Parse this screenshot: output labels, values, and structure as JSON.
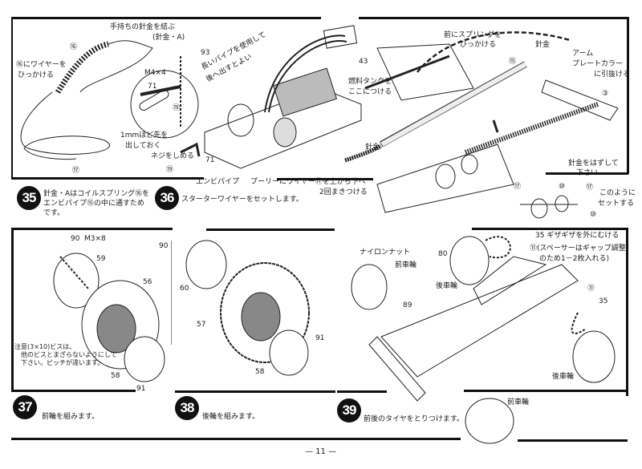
{
  "step35": {
    "number": "35",
    "text": [
      "針金・Aはコイルスプリング⑯を",
      "エンビパイプ⑮の中に通すため",
      "です。"
    ],
    "labels": {
      "tie_wire": "手持ちの針金を結ぶ",
      "wire_a": "(針金・A)",
      "part16": "⑯",
      "hook_1": "⑯にワイヤーを",
      "hook_2": "ひっかける",
      "part17": "⑰",
      "m4x4": "M4×4",
      "part71": "71",
      "part19": "⑲",
      "part93": "93",
      "long_pipe_1": "長いパイプを使用して",
      "long_pipe_2": "後へ出すとよい",
      "protrude_1": "1mmほど先を",
      "protrude_2": "出しておく",
      "tighten": "ネジをしめる",
      "part19b": "⑲",
      "part71b": "71",
      "vinyl_pipe": "エンビパイプ"
    }
  },
  "step36": {
    "number": "36",
    "text": "スターターワイヤーをセットします。",
    "labels": {
      "pulley_1": "プーリーにワイヤー⑰を上から下へ",
      "pulley_2": "2回まきつける",
      "part43": "43",
      "tank_1": "燃料タンクを",
      "tank_2": "ここにつける",
      "wire": "針金",
      "spring_1": "前にスプリングを",
      "spring_2": "ひっかける",
      "wire2": "針金",
      "part15": "⑮",
      "arm_1": "アーム",
      "arm_2": "プレートカラー",
      "arm_3": "に引抜ける",
      "part3": "③",
      "remove_1": "針金をはずして",
      "remove_2": "下さい",
      "part17": "⑰",
      "part110": "⑩",
      "part17b": "⑰",
      "part110b": "⑩",
      "set_1": "このように",
      "set_2": "セットする"
    }
  },
  "step37": {
    "number": "37",
    "text": "前輪を組みます。",
    "labels": {
      "part90": "90",
      "m3x8": "M3×8",
      "part59": "59",
      "part56": "56",
      "part58": "58",
      "part91": "91",
      "note_1": "注意(3×10)ビスは、",
      "note_2": "他のビスとまざらないようにして",
      "note_3": "下さい。ピッチが違います。"
    }
  },
  "step38": {
    "number": "38",
    "text": "後輪を組みます。",
    "labels": {
      "part90": "90",
      "part60": "60",
      "part57": "57",
      "part58": "58",
      "part91": "91"
    }
  },
  "step39": {
    "number": "39",
    "text": "前後のタイヤをとりつけます。",
    "labels": {
      "nylon_nut": "ナイロンナット",
      "front_wheel": "前車輪",
      "part80": "80",
      "rear_wheel": "後車輪",
      "gear35": "35 ギザギザを外にむける",
      "spacer_1": "⑪(スペーサーはギャップ調整",
      "spacer_2": "のため1－2枚入れる)",
      "part89": "89",
      "part11": "⑪",
      "part35": "35",
      "rear_wheel2": "後車輪",
      "front_wheel2": "前車輪"
    }
  },
  "page_number": "— 11 —"
}
